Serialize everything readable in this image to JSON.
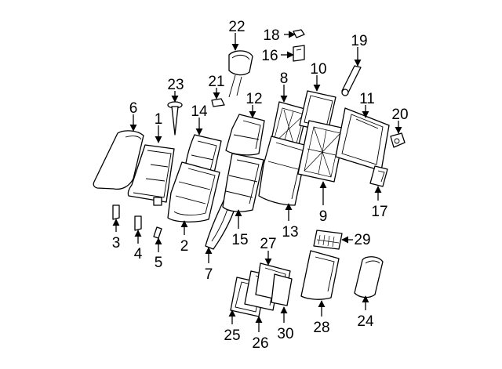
{
  "diagram": {
    "colors": {
      "line": "#000000",
      "background": "#ffffff"
    },
    "callouts": [
      {
        "id": "p1",
        "label": "1"
      },
      {
        "id": "p2",
        "label": "2"
      },
      {
        "id": "p3",
        "label": "3"
      },
      {
        "id": "p4",
        "label": "4"
      },
      {
        "id": "p5",
        "label": "5"
      },
      {
        "id": "p6",
        "label": "6"
      },
      {
        "id": "p7",
        "label": "7"
      },
      {
        "id": "p8",
        "label": "8"
      },
      {
        "id": "p9",
        "label": "9"
      },
      {
        "id": "p10",
        "label": "10"
      },
      {
        "id": "p11",
        "label": "11"
      },
      {
        "id": "p12",
        "label": "12"
      },
      {
        "id": "p13",
        "label": "13"
      },
      {
        "id": "p14",
        "label": "14"
      },
      {
        "id": "p15",
        "label": "15"
      },
      {
        "id": "p16",
        "label": "16"
      },
      {
        "id": "p17",
        "label": "17"
      },
      {
        "id": "p18",
        "label": "18"
      },
      {
        "id": "p19",
        "label": "19"
      },
      {
        "id": "p20",
        "label": "20"
      },
      {
        "id": "p21",
        "label": "21"
      },
      {
        "id": "p22",
        "label": "22"
      },
      {
        "id": "p23",
        "label": "23"
      },
      {
        "id": "p24",
        "label": "24"
      },
      {
        "id": "p25",
        "label": "25"
      },
      {
        "id": "p26",
        "label": "26"
      },
      {
        "id": "p27",
        "label": "27"
      },
      {
        "id": "p28",
        "label": "28"
      },
      {
        "id": "p29",
        "label": "29"
      },
      {
        "id": "p30",
        "label": "30"
      }
    ]
  }
}
